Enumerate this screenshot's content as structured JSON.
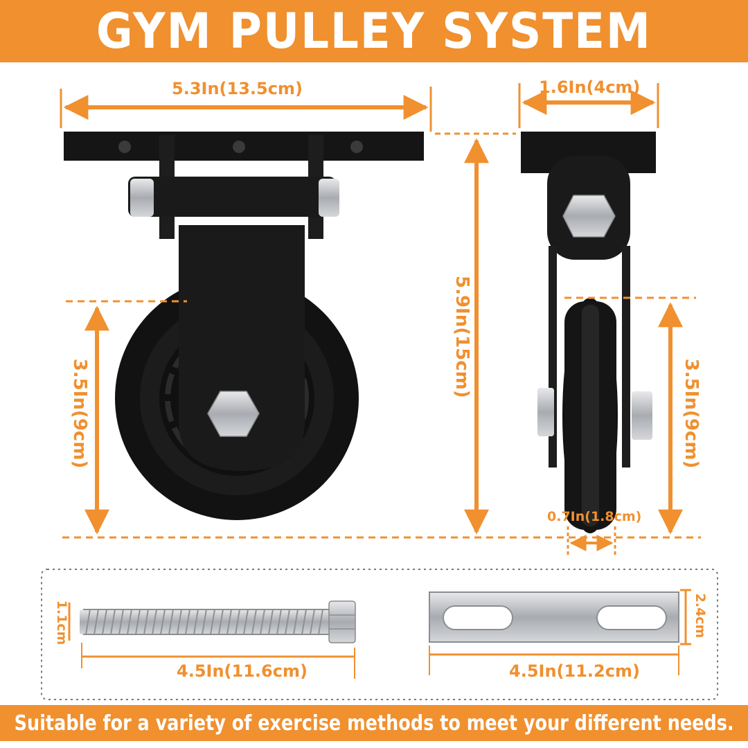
{
  "title": "GYM PULLEY SYSTEM",
  "footer": "Suitable for a variety of exercise methods to meet your different needs.",
  "colors": {
    "accent": "#f0902f",
    "product": "#151515",
    "steel": "#b9bcc0"
  },
  "dimensions": {
    "front_width": "5.3In(13.5cm)",
    "side_width": "1.6In(4cm)",
    "total_height": "5.9In(15cm)",
    "wheel_height_front": "3.5In(9cm)",
    "wheel_height_side": "3.5In(9cm)",
    "wheel_thickness": "0.7In(1.8cm)",
    "bolt_height": "1.1cm",
    "bolt_length": "4.5In(11.6cm)",
    "plate_height": "2.4cm",
    "plate_length": "4.5In(11.2cm)"
  },
  "icons": [
    "pulley-front-view",
    "pulley-side-view",
    "hex-bolt",
    "slotted-plate"
  ]
}
